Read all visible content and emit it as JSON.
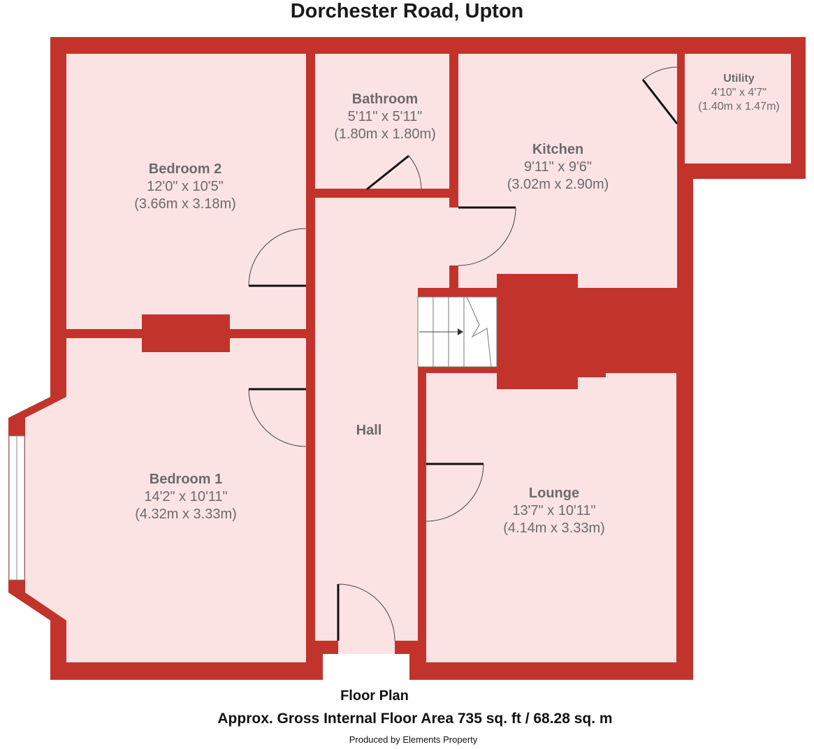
{
  "title": "Dorchester Road, Upton",
  "colors": {
    "wall": "#c2342b",
    "floor": "#fbe3e4",
    "text": "#6b6b6b"
  },
  "rooms": [
    {
      "name": "Bedroom 2",
      "dims_imperial": "12'0\" x 10'5\"",
      "dims_metric": "(3.66m x 3.18m)"
    },
    {
      "name": "Bathroom",
      "dims_imperial": "5'11\" x 5'11\"",
      "dims_metric": "(1.80m x 1.80m)"
    },
    {
      "name": "Kitchen",
      "dims_imperial": "9'11\" x 9'6\"",
      "dims_metric": "(3.02m x 2.90m)"
    },
    {
      "name": "Utility",
      "dims_imperial": "4'10\" x 4'7\"",
      "dims_metric": "(1.40m x 1.47m)"
    },
    {
      "name": "Hall"
    },
    {
      "name": "Bedroom 1",
      "dims_imperial": "14'2\" x 10'11\"",
      "dims_metric": "(4.32m x 3.33m)"
    },
    {
      "name": "Lounge",
      "dims_imperial": "13'7\" x 10'11\"",
      "dims_metric": "(4.14m x 3.33m)"
    }
  ],
  "footer": {
    "plan_label": "Floor Plan",
    "area": "Approx. Gross Internal Floor Area 735 sq. ft / 68.28 sq. m",
    "credit": "Produced by Elements Property"
  }
}
